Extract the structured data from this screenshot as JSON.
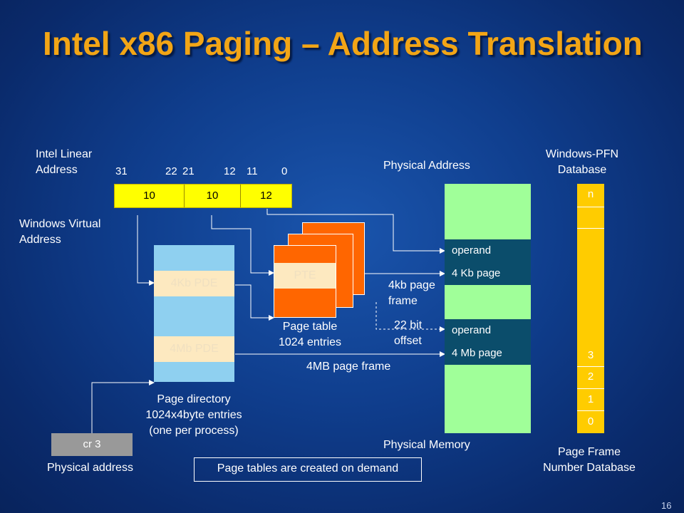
{
  "title": "Intel x86 Paging – Address Translation",
  "linear_address": {
    "label_line1": "Intel Linear",
    "label_line2": "Address",
    "bits": [
      "31",
      "22",
      "21",
      "12",
      "11",
      "0"
    ],
    "fields": [
      "10",
      "10",
      "12"
    ]
  },
  "windows_virtual_address": {
    "line1": "Windows Virtual",
    "line2": "Address"
  },
  "page_directory": {
    "entry_4kb": "4Kb PDE",
    "entry_4mb": "4Mb PDE",
    "caption_line1": "Page directory",
    "caption_line2": "1024x4byte entries",
    "caption_line3": "(one per process)"
  },
  "page_table": {
    "entry": "PTE",
    "caption_line1": "Page table",
    "caption_line2": "1024 entries"
  },
  "labels": {
    "frame_4kb_line1": "4kb page",
    "frame_4kb_line2": "frame",
    "offset_line1": "22 bit",
    "offset_line2": "offset",
    "frame_4mb": "4MB page frame"
  },
  "physical_memory": {
    "top_label": "Physical Address",
    "bottom_label": "Physical Memory",
    "operand_1": "operand",
    "page_4kb": "4 Kb page",
    "operand_2": "operand",
    "page_4mb": "4 Mb page"
  },
  "pfn_database": {
    "title_line1": "Windows-PFN",
    "title_line2": "Database",
    "cells": {
      "top": "n",
      "c3": "3",
      "c2": "2",
      "c1": "1",
      "c0": "0"
    },
    "caption_line1": "Page Frame",
    "caption_line2": "Number Database"
  },
  "cr3": {
    "label": "cr 3",
    "caption": "Physical address"
  },
  "note": "Page tables are created on demand",
  "slide_number": "16",
  "colors": {
    "title": "#f2a516",
    "linear_address_box": "#ffff00",
    "page_directory": "#8fd0f0",
    "page_table": "#ff6600",
    "physical_memory": "#a0ff99",
    "pfn_database": "#ffcc00",
    "cr3": "#999999"
  }
}
